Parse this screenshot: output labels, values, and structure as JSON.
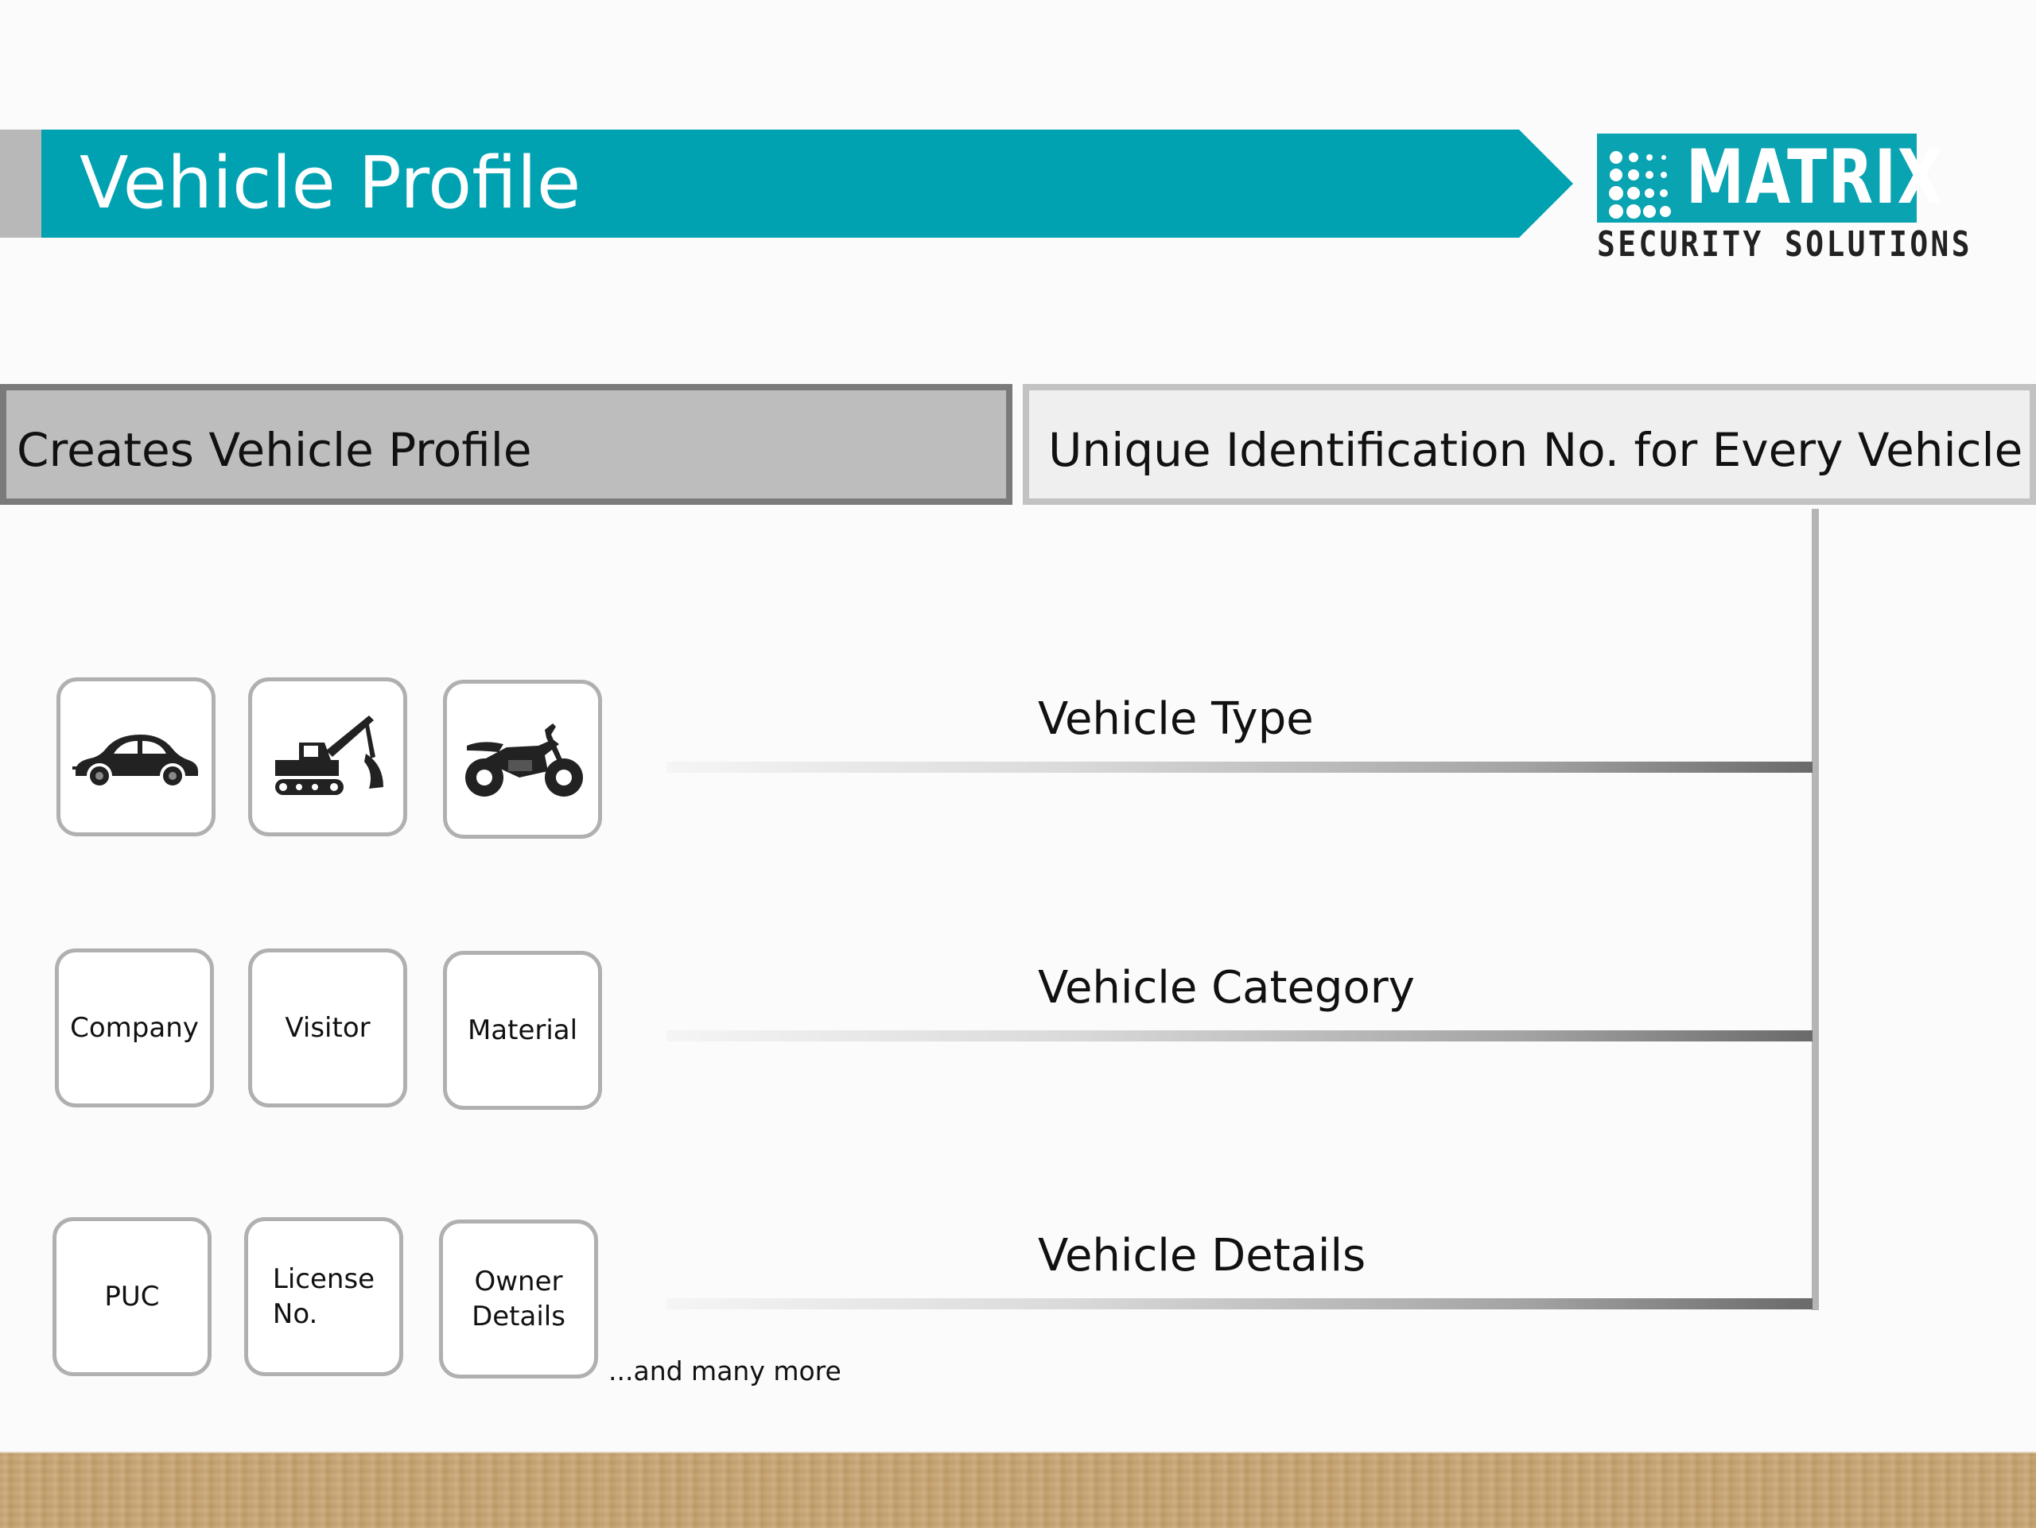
{
  "header": {
    "title": "Vehicle Profile"
  },
  "logo": {
    "wordmark": "MATRIX",
    "tagline": "SECURITY SOLUTIONS",
    "color": "#0aa3b2"
  },
  "colors": {
    "banner": "#00a2b2",
    "banner_edge": "#b8b8b8",
    "left_header": "#bdbdbd",
    "right_header": "#efefef",
    "footer": "#c8a573"
  },
  "headers": {
    "left": "Creates Vehicle Profile",
    "right": "Unique Identification No. for Every Vehicle"
  },
  "rows": [
    {
      "label": "Vehicle Type",
      "tiles": [
        {
          "icon": "car-icon"
        },
        {
          "icon": "excavator-icon"
        },
        {
          "icon": "motorcycle-icon"
        }
      ]
    },
    {
      "label": "Vehicle Category",
      "tiles": [
        {
          "text": "Company"
        },
        {
          "text": "Visitor"
        },
        {
          "text": "Material"
        }
      ]
    },
    {
      "label": "Vehicle Details",
      "tiles": [
        {
          "lines": [
            "PUC"
          ]
        },
        {
          "lines": [
            "License",
            "No."
          ]
        },
        {
          "lines": [
            "Owner",
            "Details"
          ]
        }
      ]
    }
  ],
  "footnote": "...and many more"
}
